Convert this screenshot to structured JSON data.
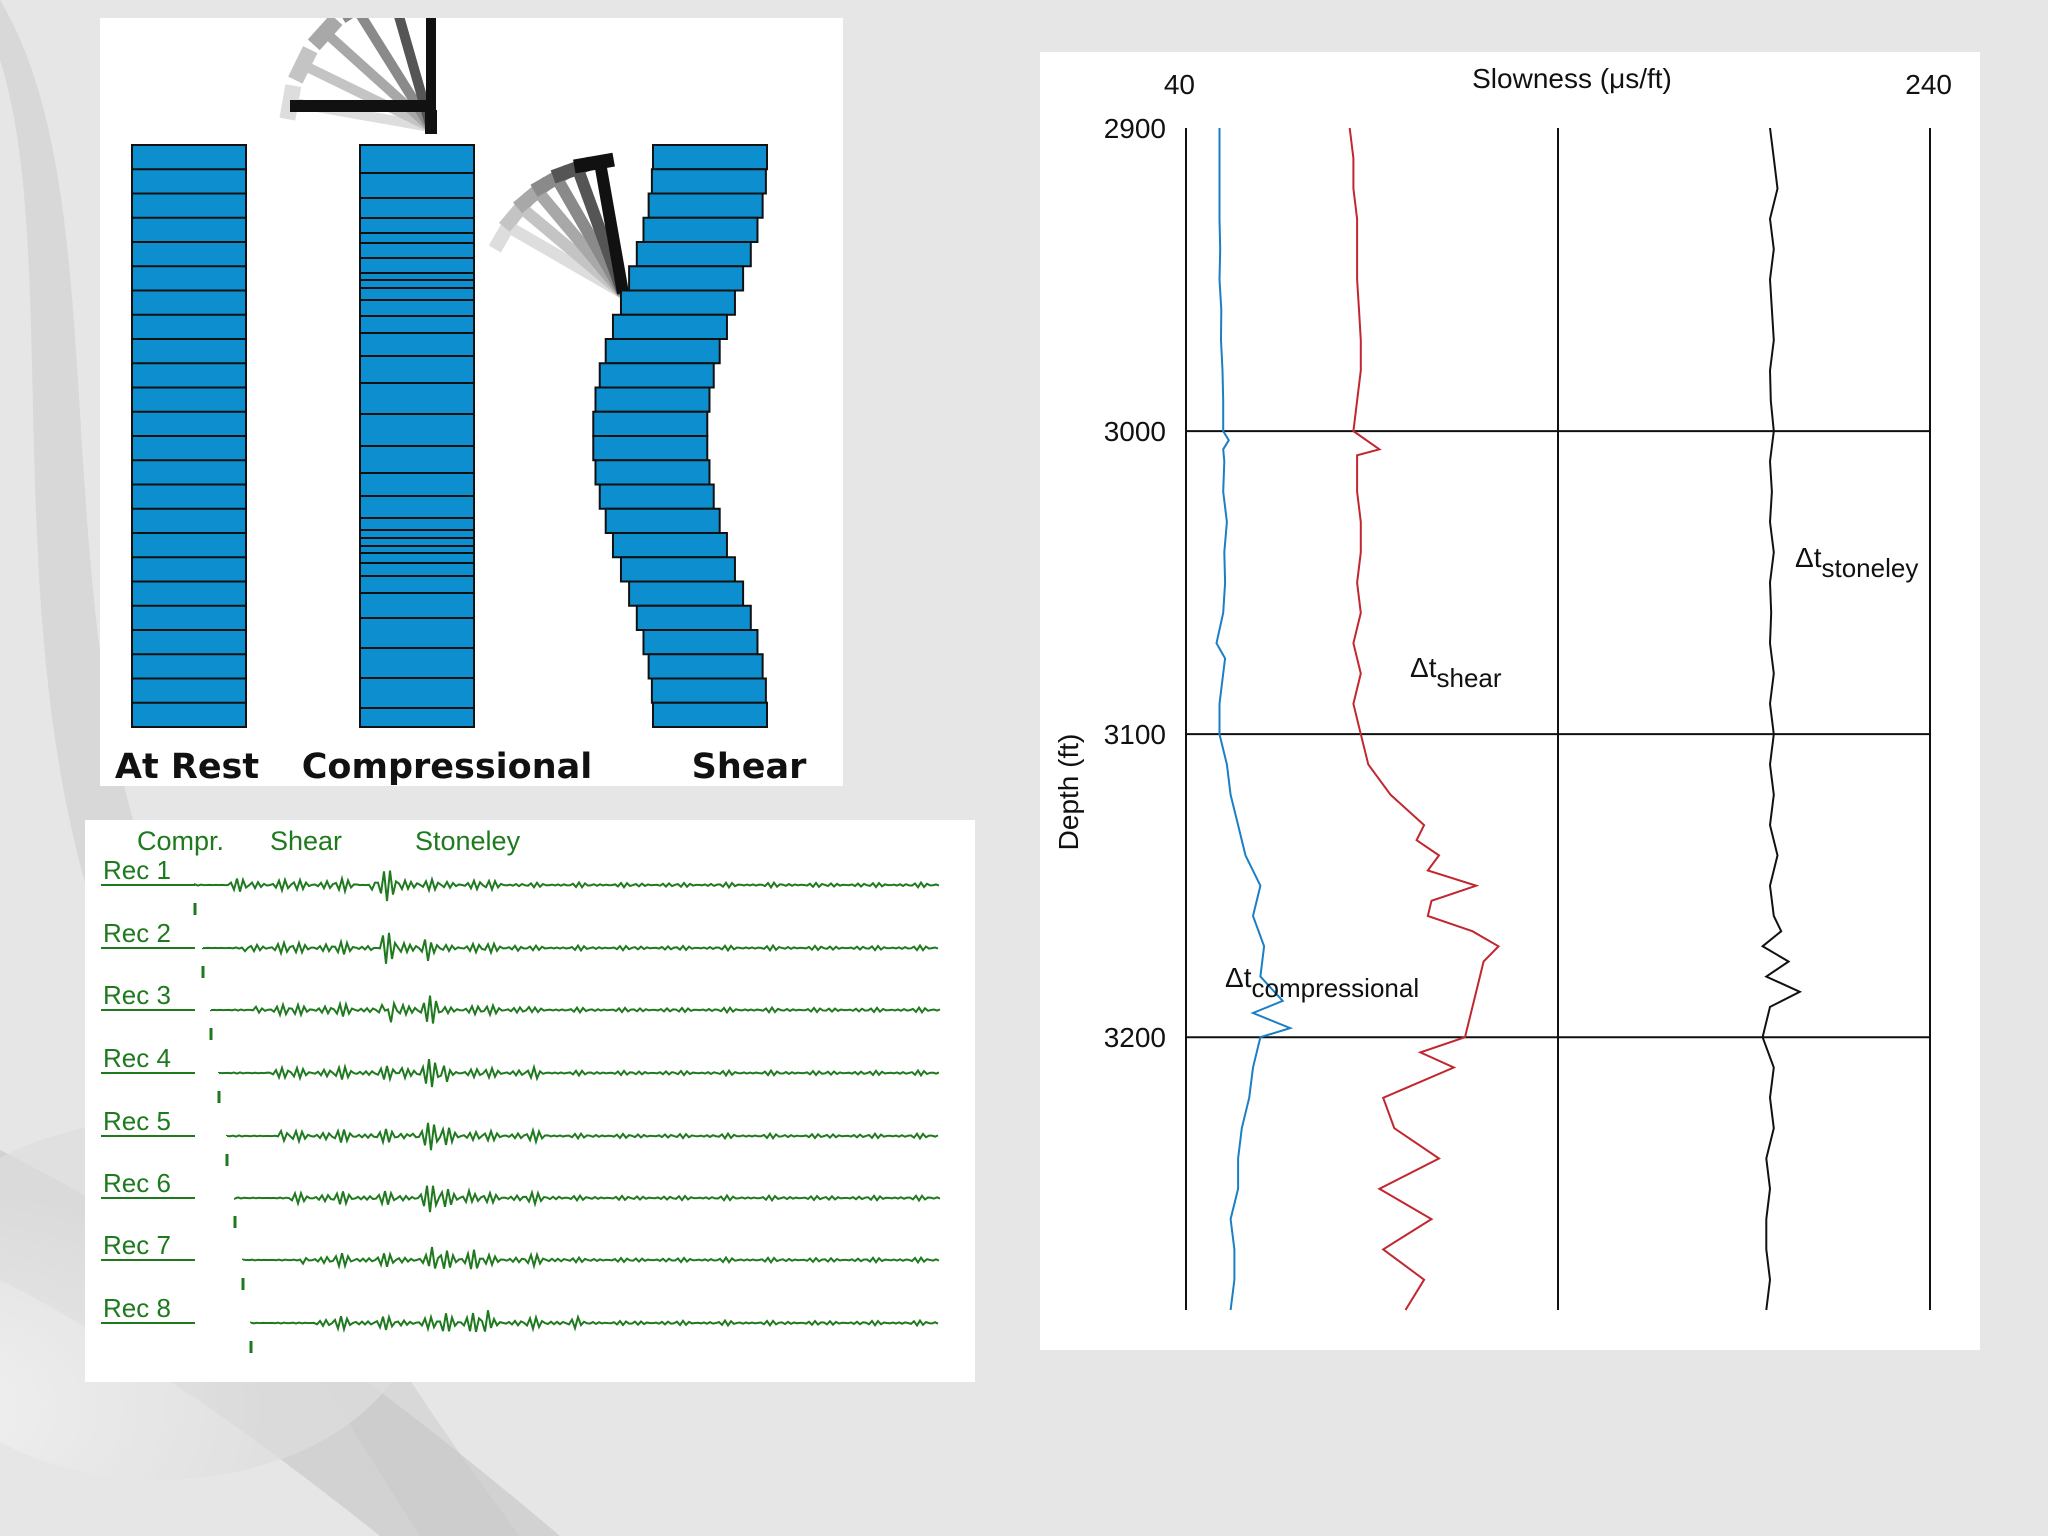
{
  "waves": {
    "labels": {
      "at_rest": "At Rest",
      "compressional": "Compressional",
      "shear": "Shear"
    }
  },
  "traces": {
    "headers": {
      "compr": "Compr.",
      "shear": "Shear",
      "stoneley": "Stoneley"
    },
    "receivers": [
      "Rec 1",
      "Rec 2",
      "Rec 3",
      "Rec 4",
      "Rec 5",
      "Rec 6",
      "Rec 7",
      "Rec 8"
    ],
    "colors": {
      "trace": "#1f7a1f"
    }
  },
  "chart_data": {
    "type": "line",
    "title": "",
    "xlabel": "Slowness (μs/ft)",
    "ylabel": "Depth (ft)",
    "xlim": [
      40,
      240
    ],
    "ylim": [
      2900,
      3290
    ],
    "x_ticks": [
      "40",
      "240"
    ],
    "y_ticks": [
      2900,
      3000,
      3100,
      3200
    ],
    "grid": true,
    "series": [
      {
        "name": "Δt compressional",
        "label_main": "Δt",
        "label_sub": "compressional",
        "color": "#1a7fc4",
        "points": [
          [
            2900,
            49
          ],
          [
            2910,
            49
          ],
          [
            2920,
            49
          ],
          [
            2930,
            49
          ],
          [
            2940,
            49.2
          ],
          [
            2950,
            49
          ],
          [
            2960,
            49.5
          ],
          [
            2970,
            49.4
          ],
          [
            2980,
            49.8
          ],
          [
            2990,
            50
          ],
          [
            3000,
            50
          ],
          [
            3003,
            51.5
          ],
          [
            3006,
            50
          ],
          [
            3010,
            50.3
          ],
          [
            3020,
            50
          ],
          [
            3030,
            51
          ],
          [
            3040,
            50.3
          ],
          [
            3050,
            50.5
          ],
          [
            3060,
            50
          ],
          [
            3070,
            48.2
          ],
          [
            3075,
            50.5
          ],
          [
            3080,
            50
          ],
          [
            3090,
            49
          ],
          [
            3100,
            49
          ],
          [
            3110,
            51
          ],
          [
            3120,
            52
          ],
          [
            3130,
            54
          ],
          [
            3140,
            56
          ],
          [
            3150,
            60
          ],
          [
            3160,
            58
          ],
          [
            3170,
            61
          ],
          [
            3180,
            60
          ],
          [
            3188,
            66
          ],
          [
            3192,
            58
          ],
          [
            3197,
            68
          ],
          [
            3200,
            60
          ],
          [
            3210,
            58
          ],
          [
            3220,
            57
          ],
          [
            3230,
            55
          ],
          [
            3240,
            54
          ],
          [
            3250,
            54
          ],
          [
            3260,
            52
          ],
          [
            3270,
            53
          ],
          [
            3280,
            53
          ],
          [
            3290,
            52
          ]
        ]
      },
      {
        "name": "Δt shear",
        "label_main": "Δt",
        "label_sub": "shear",
        "color": "#c2262e",
        "points": [
          [
            2900,
            84
          ],
          [
            2910,
            85
          ],
          [
            2920,
            85
          ],
          [
            2930,
            86
          ],
          [
            2940,
            86
          ],
          [
            2950,
            86
          ],
          [
            2960,
            86.5
          ],
          [
            2970,
            87
          ],
          [
            2980,
            87
          ],
          [
            2990,
            86
          ],
          [
            3000,
            85
          ],
          [
            3006,
            92
          ],
          [
            3008,
            86
          ],
          [
            3020,
            86
          ],
          [
            3030,
            87
          ],
          [
            3040,
            87
          ],
          [
            3050,
            86
          ],
          [
            3060,
            87
          ],
          [
            3070,
            85
          ],
          [
            3080,
            87
          ],
          [
            3090,
            85
          ],
          [
            3100,
            87
          ],
          [
            3110,
            89
          ],
          [
            3120,
            95
          ],
          [
            3130,
            104
          ],
          [
            3135,
            102
          ],
          [
            3140,
            108
          ],
          [
            3145,
            105
          ],
          [
            3150,
            118
          ],
          [
            3155,
            106
          ],
          [
            3160,
            105
          ],
          [
            3165,
            117
          ],
          [
            3170,
            124
          ],
          [
            3175,
            120
          ],
          [
            3180,
            119
          ],
          [
            3200,
            115
          ],
          [
            3205,
            103
          ],
          [
            3210,
            112
          ],
          [
            3220,
            93
          ],
          [
            3230,
            96
          ],
          [
            3240,
            108
          ],
          [
            3250,
            92
          ],
          [
            3260,
            106
          ],
          [
            3270,
            93
          ],
          [
            3280,
            104
          ],
          [
            3290,
            99
          ]
        ]
      },
      {
        "name": "Δt stoneley",
        "label_main": "Δt",
        "label_sub": "stoneley",
        "color": "#111111",
        "points": [
          [
            2900,
            197
          ],
          [
            2910,
            198
          ],
          [
            2920,
            199
          ],
          [
            2930,
            197
          ],
          [
            2940,
            198
          ],
          [
            2950,
            197
          ],
          [
            2960,
            197.5
          ],
          [
            2970,
            198
          ],
          [
            2980,
            197
          ],
          [
            2990,
            197.2
          ],
          [
            3000,
            198
          ],
          [
            3010,
            197
          ],
          [
            3020,
            197.5
          ],
          [
            3030,
            197
          ],
          [
            3040,
            198
          ],
          [
            3050,
            197
          ],
          [
            3060,
            197.3
          ],
          [
            3070,
            197
          ],
          [
            3080,
            198
          ],
          [
            3090,
            197
          ],
          [
            3100,
            198
          ],
          [
            3110,
            197
          ],
          [
            3120,
            198
          ],
          [
            3130,
            197
          ],
          [
            3140,
            199
          ],
          [
            3150,
            197
          ],
          [
            3160,
            198
          ],
          [
            3165,
            200
          ],
          [
            3170,
            195
          ],
          [
            3175,
            202
          ],
          [
            3180,
            196
          ],
          [
            3185,
            205
          ],
          [
            3190,
            197
          ],
          [
            3200,
            195
          ],
          [
            3210,
            198
          ],
          [
            3220,
            197
          ],
          [
            3230,
            198
          ],
          [
            3240,
            196
          ],
          [
            3250,
            197
          ],
          [
            3260,
            196
          ],
          [
            3270,
            196
          ],
          [
            3280,
            197
          ],
          [
            3290,
            196
          ]
        ]
      }
    ]
  }
}
